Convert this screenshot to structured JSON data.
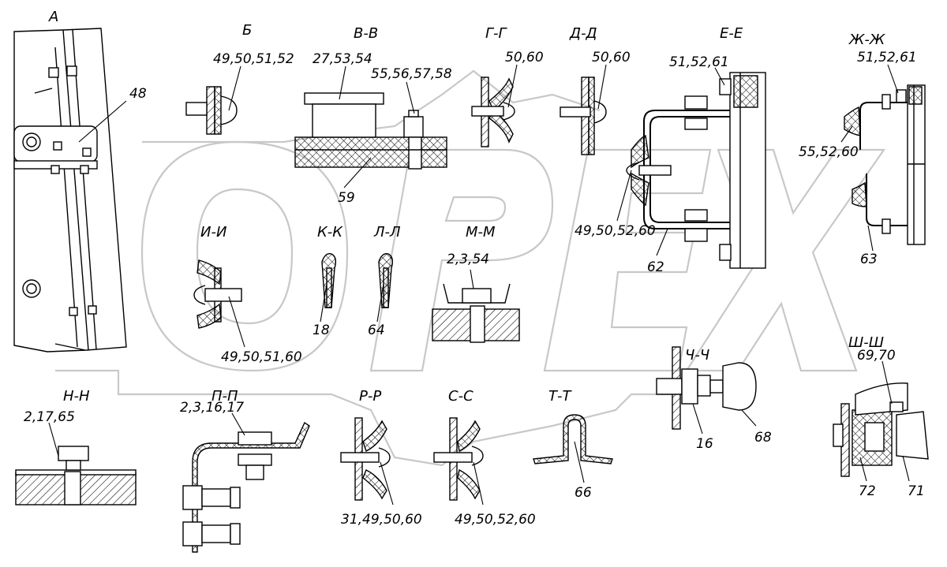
{
  "sections": {
    "A": "А",
    "B": "Б",
    "VV": "В-В",
    "GG": "Г-Г",
    "DD": "Д-Д",
    "EE": "Е-Е",
    "ZhZh": "Ж-Ж",
    "II": "И-И",
    "KK": "К-К",
    "LL": "Л-Л",
    "MM": "М-М",
    "NN": "Н-Н",
    "PP": "П-П",
    "RR": "Р-Р",
    "SS": "С-С",
    "TT": "Т-Т",
    "ChCh": "Ч-Ч",
    "ShSh": "Ш-Ш"
  },
  "callouts": {
    "c48": "48",
    "c49_50_51_52": "49,50,51,52",
    "c27_53_54": "27,53,54",
    "c55_56_57_58": "55,56,57,58",
    "c59": "59",
    "cGG": "50,60",
    "cDD": "50,60",
    "cEE_top": "51,52,61",
    "cEE_mid": "49,50,52,60",
    "c62": "62",
    "cZh_top": "51,52,61",
    "cZh_mid": "55,52,60",
    "c63": "63",
    "cII": "49,50,51,60",
    "c18": "18",
    "c64": "64",
    "cMM": "2,3,54",
    "cNN": "2,17,65",
    "cPP": "2,3,16,17",
    "cRR": "31,49,50,60",
    "cSS": "49,50,52,60",
    "c66": "66",
    "c16": "16",
    "c68": "68",
    "cSh": "69,70",
    "c72": "72",
    "c71": "71"
  },
  "watermark": {
    "text": "ОРЕХ"
  },
  "colors": {
    "ink": "#000000",
    "paper": "#ffffff",
    "watermark": "#c8c8c8"
  }
}
